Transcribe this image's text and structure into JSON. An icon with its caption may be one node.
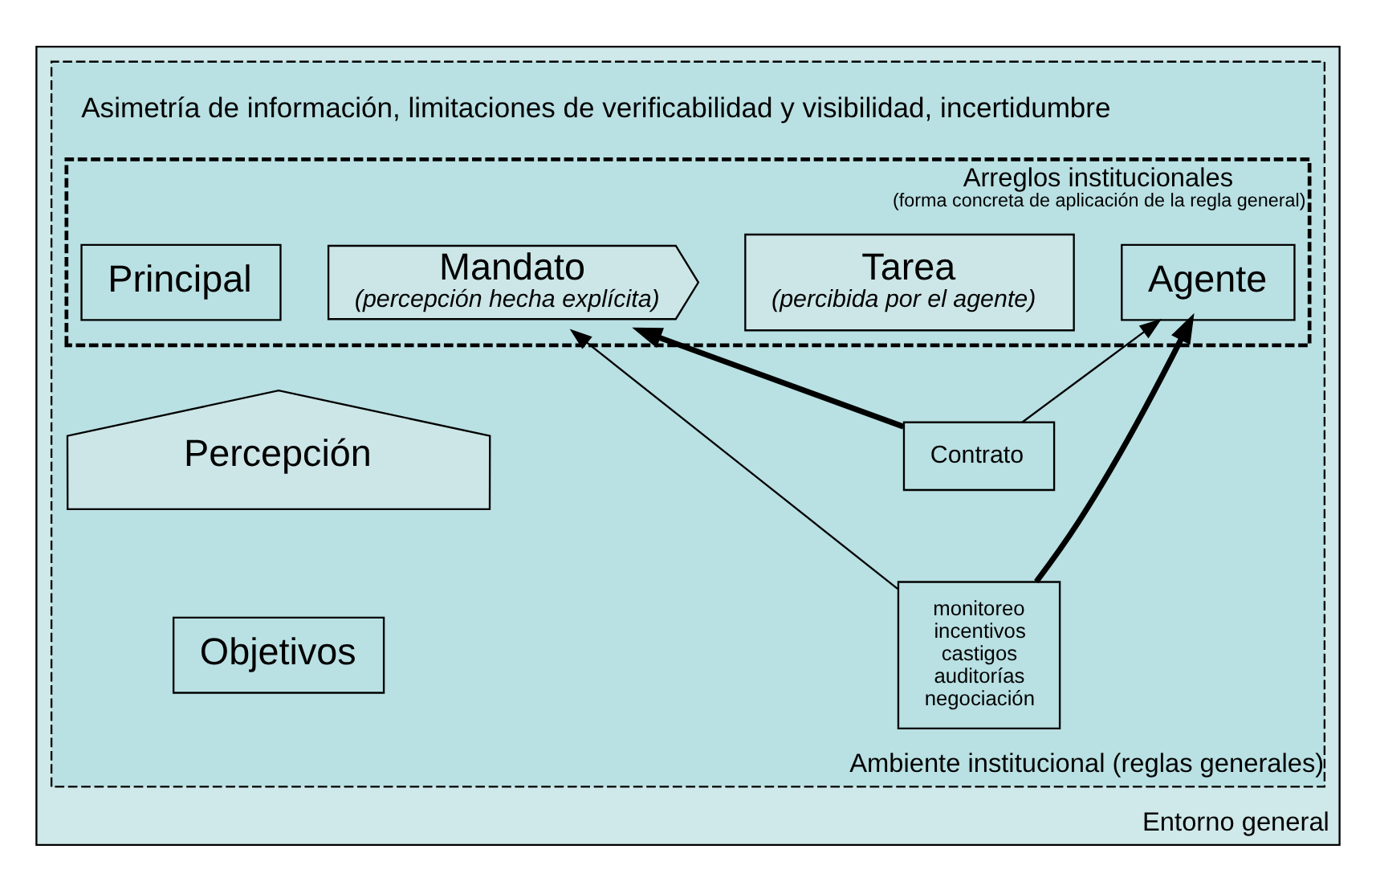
{
  "diagram": {
    "nodes": [
      {
        "text": [
          "Entorno general"
        ]
      },
      {
        "text": [
          "Ambiente institucional (reglas generales)"
        ],
        "in": 0
      },
      {
        "text": [
          "Arreglos institucionales",
          "(forma concreta de aplicación de la regla general)"
        ],
        "in": 1
      },
      {
        "text": [
          "Principal"
        ],
        "in": 2
      },
      {
        "text": [
          "Mandato",
          "(percepción hecha explícita)"
        ],
        "in": 2
      },
      {
        "text": [
          "Tarea",
          "(percibida por el agente)"
        ],
        "in": 2
      },
      {
        "text": [
          "Agente"
        ],
        "in": 2
      },
      {
        "text": [
          "Percepción"
        ],
        "in": 1
      },
      {
        "text": [
          "Objetivos"
        ],
        "in": 1
      },
      {
        "text": [
          "Contrato"
        ],
        "in": 1
      },
      {
        "text": [
          "monitoreo",
          "incentivos",
          "castigos",
          "auditorías",
          "negociación"
        ],
        "in": 1
      }
    ],
    "edges": [
      {
        "from": 9,
        "to": 4,
        "arrow": "to",
        "style": "thick"
      },
      {
        "from": 9,
        "to": 6,
        "arrow": "to"
      },
      {
        "from": 10,
        "to": 4,
        "arrow": "to"
      },
      {
        "from": 10,
        "to": 6,
        "arrow": "to",
        "style": "thick"
      }
    ],
    "labels": [
      "Asimetría de información, limitaciones de verificabilidad y visibilidad, incertidumbre"
    ]
  }
}
